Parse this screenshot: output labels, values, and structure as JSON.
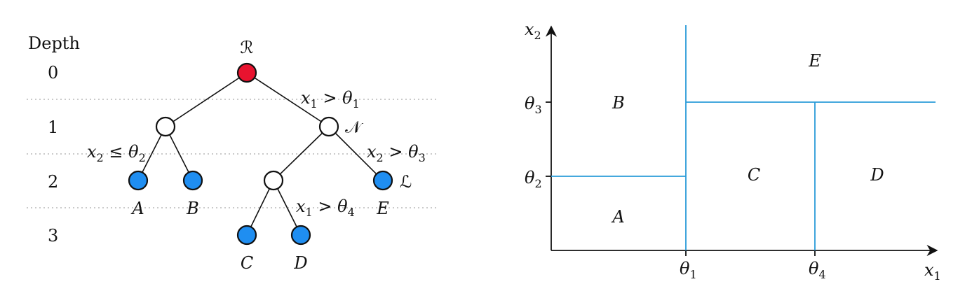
{
  "tree": {
    "depth_header": "Depth",
    "depth_levels": [
      "0",
      "1",
      "2",
      "3"
    ],
    "root_label": "ℛ",
    "internal_label": "𝒩",
    "leaf_label": "ℒ",
    "leaves": [
      "A",
      "B",
      "C",
      "D",
      "E"
    ],
    "conditions": [
      {
        "var": "x",
        "var_sub": "1",
        "op": ">",
        "thr": "θ",
        "thr_sub": "1"
      },
      {
        "var": "x",
        "var_sub": "2",
        "op": "≤",
        "thr": "θ",
        "thr_sub": "2"
      },
      {
        "var": "x",
        "var_sub": "2",
        "op": ">",
        "thr": "θ",
        "thr_sub": "3"
      },
      {
        "var": "x",
        "var_sub": "1",
        "op": ">",
        "thr": "θ",
        "thr_sub": "4"
      }
    ],
    "colors": {
      "root": "#e8132f",
      "leaf": "#1f8ef1",
      "internal": "#ffffff"
    }
  },
  "partition": {
    "x_axis": {
      "var": "x",
      "sub": "1"
    },
    "y_axis": {
      "var": "x",
      "sub": "2"
    },
    "x_ticks": [
      {
        "sym": "θ",
        "sub": "1"
      },
      {
        "sym": "θ",
        "sub": "4"
      }
    ],
    "y_ticks": [
      {
        "sym": "θ",
        "sub": "3"
      },
      {
        "sym": "θ",
        "sub": "2"
      }
    ],
    "regions": [
      "A",
      "B",
      "C",
      "D",
      "E"
    ],
    "split_color": "#2a9bd8"
  }
}
